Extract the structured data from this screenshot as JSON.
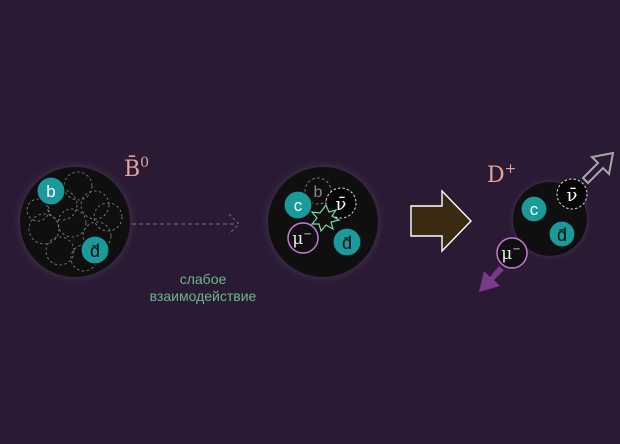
{
  "colors": {
    "background": "#2a1a33",
    "hadron_fill": "#0f0f10",
    "hadron_glow": "#6a5a74",
    "quark_teal": "#1a9a9a",
    "antineutrino": "#060606",
    "muon_border": "#c87ad8",
    "label_pink": "#e2a59a",
    "label_green": "#6ab78e",
    "big_arrow_fill": "#3a2a12",
    "muon_arrow": "#7a3a8a",
    "neutrino_arrow": "#9a9a9a"
  },
  "initial": {
    "meson_label": "B̄",
    "meson_sup": "0",
    "quark_b": "b",
    "quark_dbar": "d̄"
  },
  "process_label_line1": "слабое",
  "process_label_line2": "взаимодействие",
  "intermediate": {
    "quark_c": "c",
    "quark_b_ghost": "b",
    "antineutrino": "ν̄",
    "muon": "μ",
    "muon_sup": "−",
    "quark_dbar": "d̄"
  },
  "final": {
    "meson_label": "D",
    "meson_sup": "+",
    "quark_c": "c",
    "quark_dbar": "d̄",
    "antineutrino": "ν̄",
    "muon": "μ",
    "muon_sup": "−"
  },
  "icons": {
    "big_arrow": "right-arrow-icon",
    "muon_direction": "down-left-arrow-icon",
    "neutrino_direction": "up-right-arrow-icon",
    "interaction_burst": "starburst-icon"
  }
}
